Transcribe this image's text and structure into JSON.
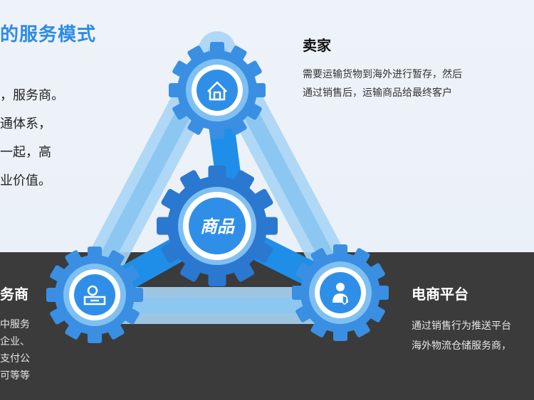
{
  "title": "的服务模式",
  "left_text": [
    "，服务商。",
    "通体系，",
    "一起，高",
    "业价值。"
  ],
  "seller": {
    "title": "卖家",
    "desc": [
      "需要运输货物到海外进行暂存，然后",
      "通过销售后，运输商品给最终客户"
    ]
  },
  "platform": {
    "title": "电商平台",
    "desc": [
      "通过销售行为推送平台",
      "海外物流仓储服务商，"
    ]
  },
  "provider": {
    "title": "务商",
    "desc": [
      "中服务",
      "企业、",
      "支付公",
      "可等等"
    ]
  },
  "center": {
    "label": "商品"
  },
  "colors": {
    "accent": "#2d8be6",
    "gear_dark": "#3a8fe3",
    "gear_light": "#7fc0f2",
    "band": "#3b3b3b"
  },
  "icons": {
    "top": "house-icon",
    "bottom_left": "storefront-icon",
    "bottom_right": "person-with-shield-icon"
  }
}
